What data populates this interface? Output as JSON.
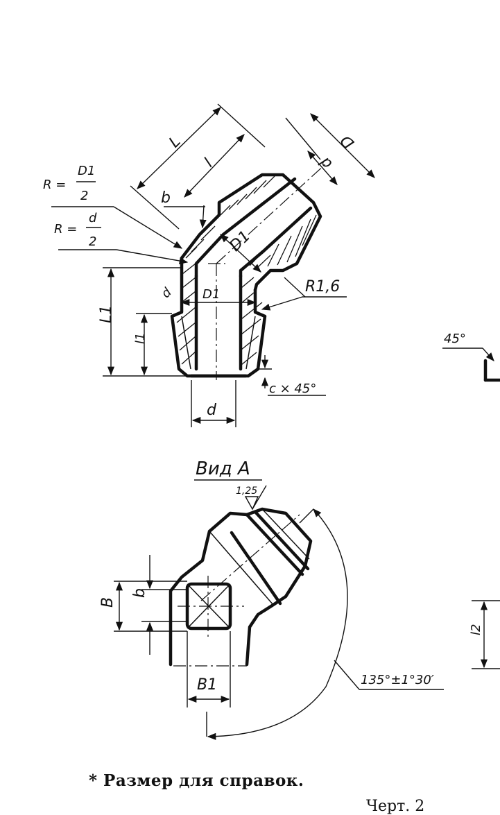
{
  "top_view": {
    "dims": {
      "L": "L",
      "l": "l",
      "D": "D",
      "d": "d",
      "b": "b",
      "D1_diag": "D1",
      "D1_horiz": "D1",
      "R_D1_prefix": "R =",
      "R_D1_num": "D1",
      "R_D1_den": "2",
      "R_d_prefix": "R =",
      "R_d_num": "d",
      "R_d_den": "2",
      "R16": "R1,6",
      "L1": "L1",
      "l1": "l1",
      "chamfer": "c × 45°",
      "d_bottom": "d",
      "angle_45": "45°"
    }
  },
  "view_a": {
    "title": "Вид А",
    "roughness": "1,25",
    "dims": {
      "B": "B",
      "b": "b",
      "B1": "B1",
      "angle": "135°±1°30′",
      "l2": "l2"
    }
  },
  "footnote": "* Размер для справок.",
  "continued": "Черт. 2"
}
